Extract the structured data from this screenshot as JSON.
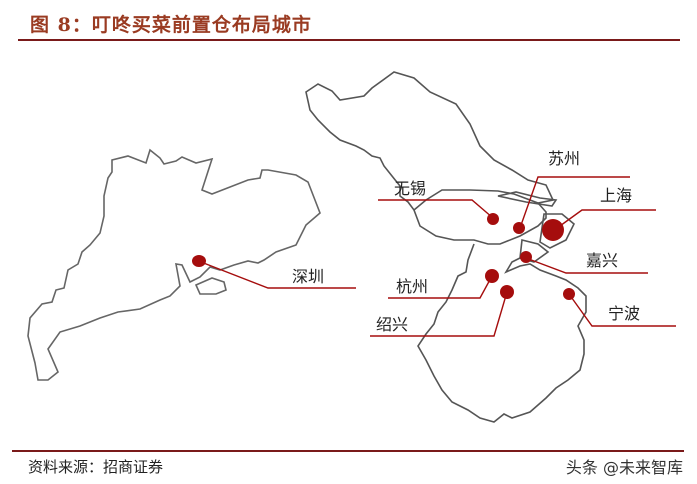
{
  "figure": {
    "title": "图 8：叮咚买菜前置仓布局城市",
    "source": "资料来源：招商证券",
    "watermark": "头条 @未来智库"
  },
  "map": {
    "accent_color": "#a50d0d",
    "outline_color": "#555555",
    "regions": [
      "Guangdong",
      "Jiangsu",
      "Shanghai",
      "Zhejiang"
    ],
    "cities": [
      {
        "name": "深圳",
        "label": "深圳"
      },
      {
        "name": "无锡",
        "label": "无锡"
      },
      {
        "name": "苏州",
        "label": "苏州"
      },
      {
        "name": "上海",
        "label": "上海"
      },
      {
        "name": "嘉兴",
        "label": "嘉兴"
      },
      {
        "name": "杭州",
        "label": "杭州"
      },
      {
        "name": "绍兴",
        "label": "绍兴"
      },
      {
        "name": "宁波",
        "label": "宁波"
      }
    ]
  }
}
